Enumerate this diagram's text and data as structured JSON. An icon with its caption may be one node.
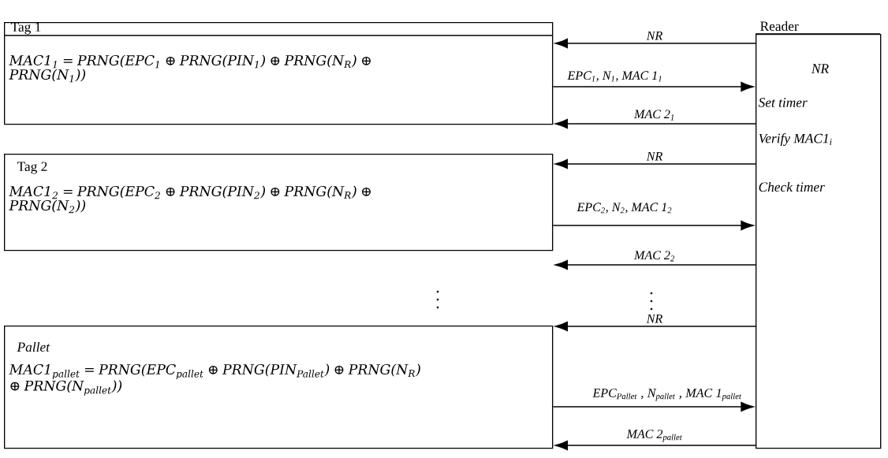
{
  "diagram": {
    "nodes": [
      {
        "text": [
          "Tag 1",
          "MAC1$_{1}$ = PRNG(EPC$_{1}$ ⊕ PRNG(PIN$_{1}$) ⊕ PRNG(N$_{R}$) ⊕ PRNG(N$_{1}$))"
        ]
      },
      {
        "text": [
          "Tag 2",
          "MAC1$_{2}$ = PRNG(EPC$_{2}$ ⊕ PRNG(PIN$_{2}$) ⊕ PRNG(N$_{R}$) ⊕ PRNG(N$_{2}$))"
        ]
      },
      {
        "text": [
          "Pallet",
          "MAC1$_{pallet}$ = PRNG(EPC$_{pallet}$ ⊕ PRNG(PIN$_{Pallet}$) ⊕ PRNG(N$_{R}$) ⊕ PRNG(N$_{pallet}$))"
        ]
      },
      {
        "text": [
          "Reader",
          "NR",
          "Set timer",
          "Verify MAC1$_{i}$",
          "Check timer"
        ]
      }
    ],
    "edges": [
      {
        "from": 3,
        "to": 0,
        "arrow": "to",
        "label": "NR"
      },
      {
        "from": 0,
        "to": 3,
        "arrow": "to",
        "label": "EPC$_{1}$, N$_{1}$, MAC 1$_{1}$"
      },
      {
        "from": 3,
        "to": 0,
        "arrow": "to",
        "label": "MAC 2$_{1}$"
      },
      {
        "from": 3,
        "to": 1,
        "arrow": "to",
        "label": "NR"
      },
      {
        "from": 1,
        "to": 3,
        "arrow": "to",
        "label": "EPC$_{2}$, N$_{2}$, MAC 1$_{2}$"
      },
      {
        "from": 3,
        "to": 1,
        "arrow": "to",
        "label": "MAC 2$_{2}$"
      },
      {
        "from": 3,
        "to": 2,
        "arrow": "to",
        "label": "NR"
      },
      {
        "from": 2,
        "to": 3,
        "arrow": "to",
        "label": "EPC$_{Pallet}$ , N$_{pallet}$ , MAC 1$_{pallet}$"
      },
      {
        "from": 3,
        "to": 2,
        "arrow": "to",
        "label": "MAC 2$_{pallet}$"
      }
    ]
  }
}
